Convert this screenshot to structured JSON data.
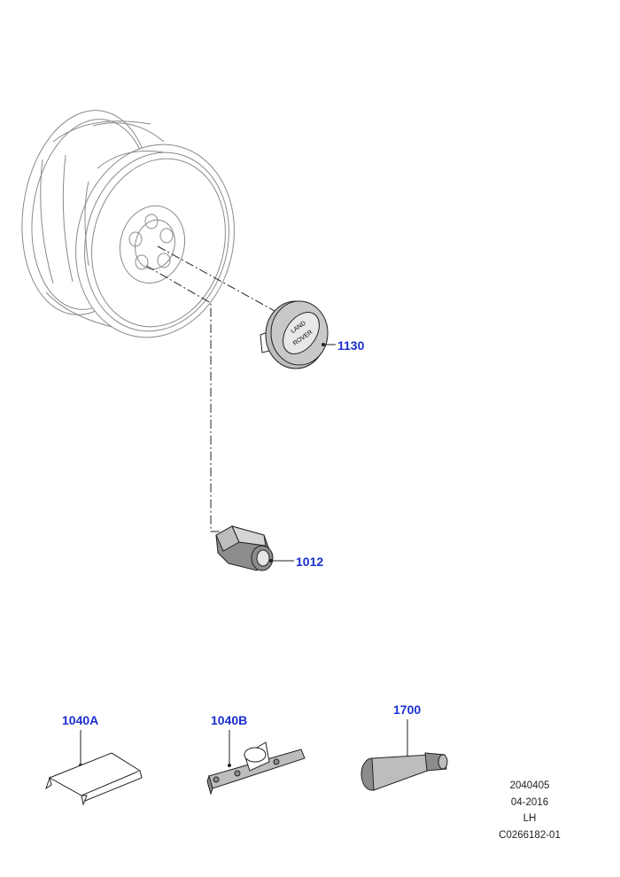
{
  "callouts": {
    "center_cap": "1130",
    "wheel_nut": "1012",
    "weight_a": "1040A",
    "weight_b": "1040B",
    "valve": "1700"
  },
  "cap_logo": {
    "line1": "LAND",
    "line2": "ROVER"
  },
  "meta": {
    "code": "2040405",
    "date": "04-2016",
    "side": "LH",
    "ref": "C0266182-01"
  },
  "colors": {
    "callout": "#1a2fd0",
    "line": "#222222",
    "wheel": "#8a8a8a"
  }
}
